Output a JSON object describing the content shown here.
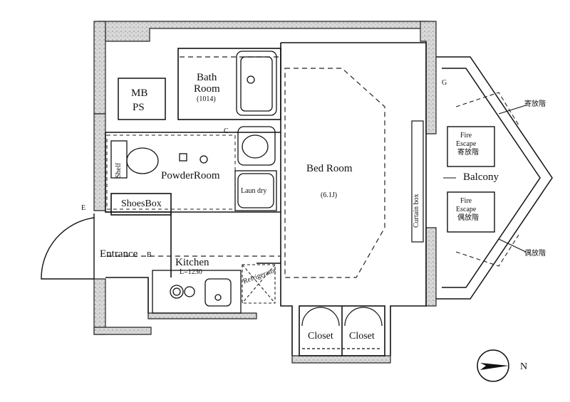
{
  "rooms": {
    "bath_room": "Bath",
    "bath_room_2": "Room",
    "bath_room_code": "(1014)",
    "mb_ps_1": "MB",
    "mb_ps_2": "PS",
    "powder_room": "PowderRoom",
    "bed_room": "Bed Room",
    "bed_room_size": "(6.1J)",
    "balcony": "Balcony",
    "kitchen": "Kitchen",
    "kitchen_size": "L=1230",
    "entrance": "Entrance",
    "closet_1": "Closet",
    "closet_2": "Closet"
  },
  "fixtures": {
    "shelf": "Shelf",
    "shoes_box": "ShoesBox",
    "laundry": "Laun dry",
    "curtain_box": "Curtain box",
    "refrigerator": "Refrigerator",
    "fire_escape_1_a": "Fire",
    "fire_escape_1_b": "Escape",
    "fire_escape_1_c": "寄放階",
    "fire_escape_2_a": "Fire",
    "fire_escape_2_b": "Escape",
    "fire_escape_2_c": "偶放階",
    "callout_top": "寄放階",
    "callout_bottom": "偶放階",
    "marker_c": "C",
    "marker_g": "G",
    "marker_e": "E",
    "marker_b": "B"
  },
  "compass": {
    "north": "N"
  },
  "colors": {
    "wall": "#9a9a9a",
    "line": "#111111",
    "dash": "#222222"
  }
}
